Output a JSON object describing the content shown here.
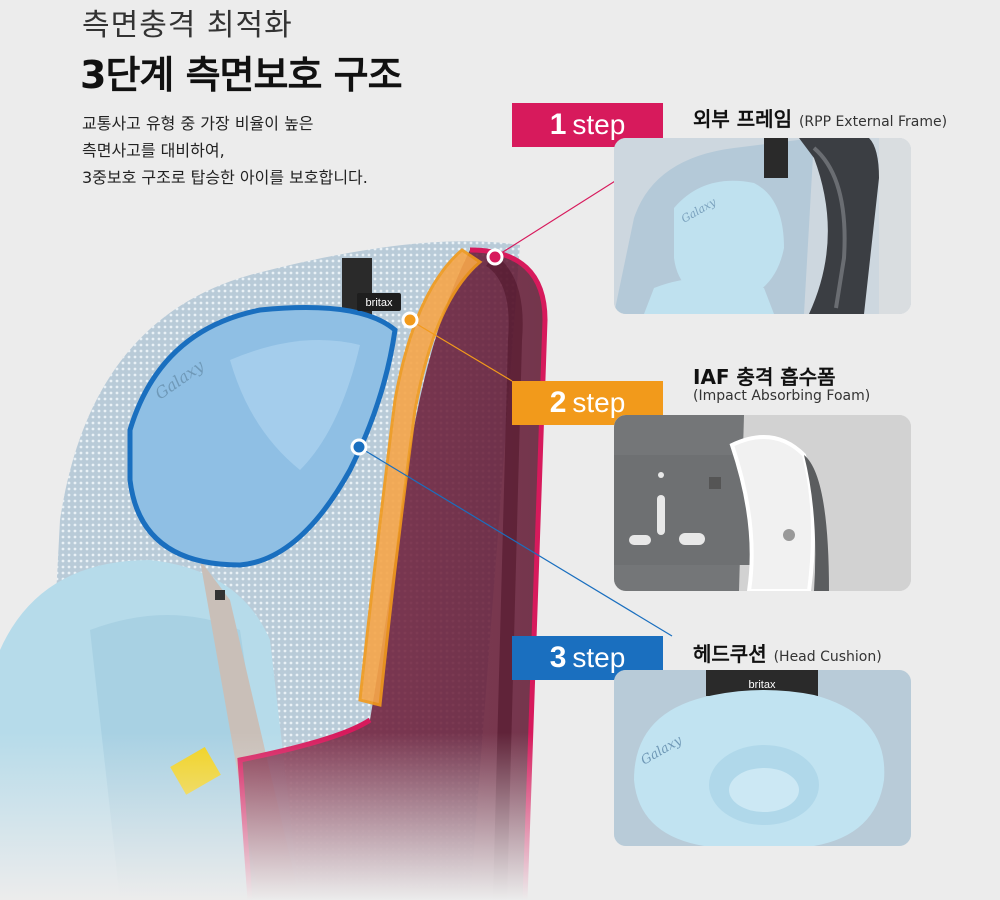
{
  "header": {
    "subtitle": "측면충격 최적화",
    "title": "3단계 측면보호 구조",
    "description": [
      "교통사고 유형 중 가장 비율이 높은",
      "측면사고를 대비하여,",
      "3중보호 구조로 탑승한 아이를 보호합니다."
    ]
  },
  "steps": [
    {
      "num": "1",
      "word": "step",
      "title": "외부 프레임",
      "subtitle": "(RPP External Frame)",
      "color": "#d71a5c"
    },
    {
      "num": "2",
      "word": "step",
      "title": "IAF 충격 흡수폼",
      "subtitle": "(Impact Absorbing Foam)",
      "color": "#f29a1b"
    },
    {
      "num": "3",
      "word": "step",
      "title": "헤드쿠션",
      "subtitle": "(Head Cushion)",
      "color": "#1a6fbf"
    }
  ],
  "brand_marks": {
    "brand": "britax",
    "model": "Galaxy"
  }
}
